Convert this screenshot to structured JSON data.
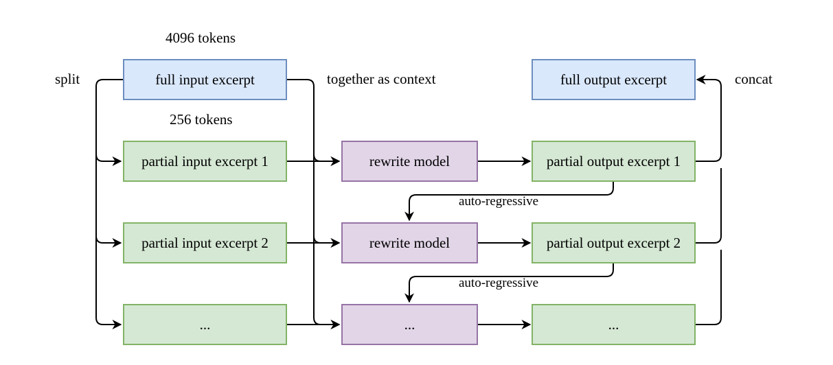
{
  "labels": {
    "tokens_full": "4096 tokens",
    "tokens_partial": "256 tokens",
    "split": "split",
    "together": "together as context",
    "concat": "concat",
    "autoreg_1": "auto-regressive",
    "autoreg_2": "auto-regressive"
  },
  "boxes": {
    "full_input": "full input excerpt",
    "full_output": "full output excerpt",
    "partial_input_1": "partial input excerpt 1",
    "partial_input_2": "partial input excerpt 2",
    "partial_input_3": "...",
    "rewrite_1": "rewrite model",
    "rewrite_2": "rewrite model",
    "rewrite_3": "...",
    "partial_output_1": "partial output excerpt 1",
    "partial_output_2": "partial output excerpt 2",
    "partial_output_3": "..."
  },
  "colors": {
    "input_fill": "#dae8fc",
    "input_stroke": "#6c8ebf",
    "partial_fill": "#d5e8d4",
    "partial_stroke": "#82b366",
    "model_fill": "#e1d5e7",
    "model_stroke": "#9673a6"
  }
}
